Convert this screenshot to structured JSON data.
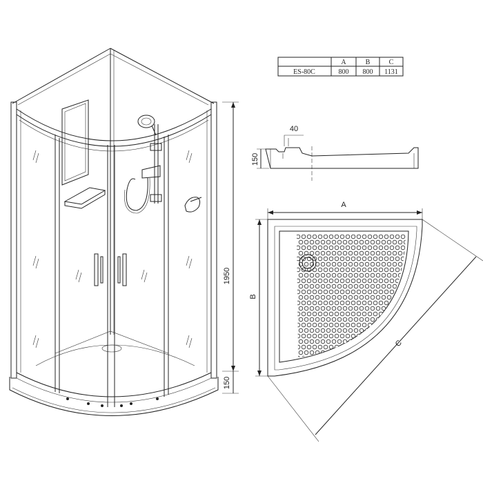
{
  "spec_table": {
    "headers": [
      "",
      "A",
      "B",
      "C"
    ],
    "rows": [
      [
        "ES-80C",
        "800",
        "800",
        "1131"
      ]
    ]
  },
  "dimensions": {
    "height_total": "1950",
    "tray_height": "150",
    "profile_height": "150",
    "profile_step": "40",
    "tray_width_label": "A",
    "tray_depth_label": "B",
    "tray_diagonal_label": "C"
  }
}
